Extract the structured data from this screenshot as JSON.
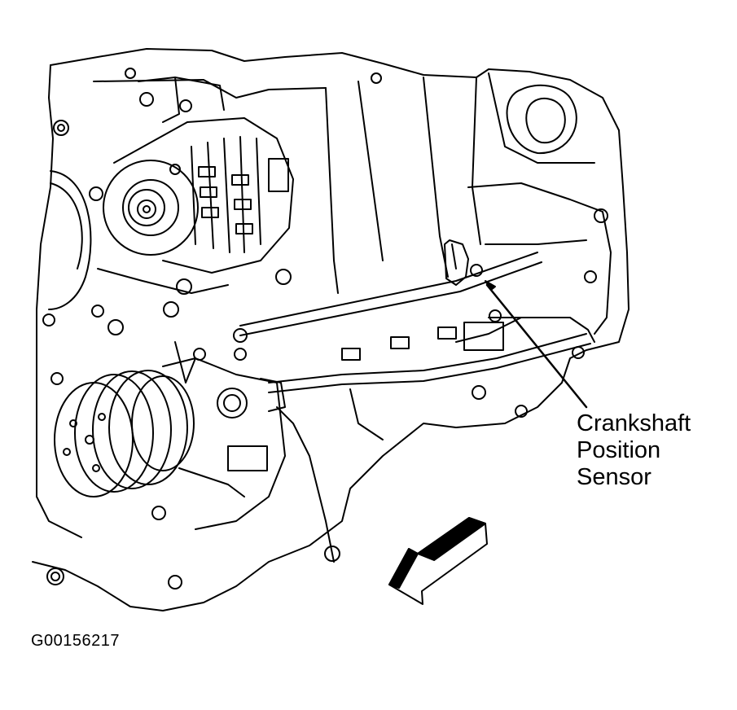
{
  "callout": {
    "line1": "Crankshaft",
    "line2": "Position",
    "line3": "Sensor"
  },
  "figure_id": "G00156217",
  "colors": {
    "line": "#000000",
    "background": "#ffffff"
  },
  "icons": {
    "direction": "front-arrow-icon"
  }
}
